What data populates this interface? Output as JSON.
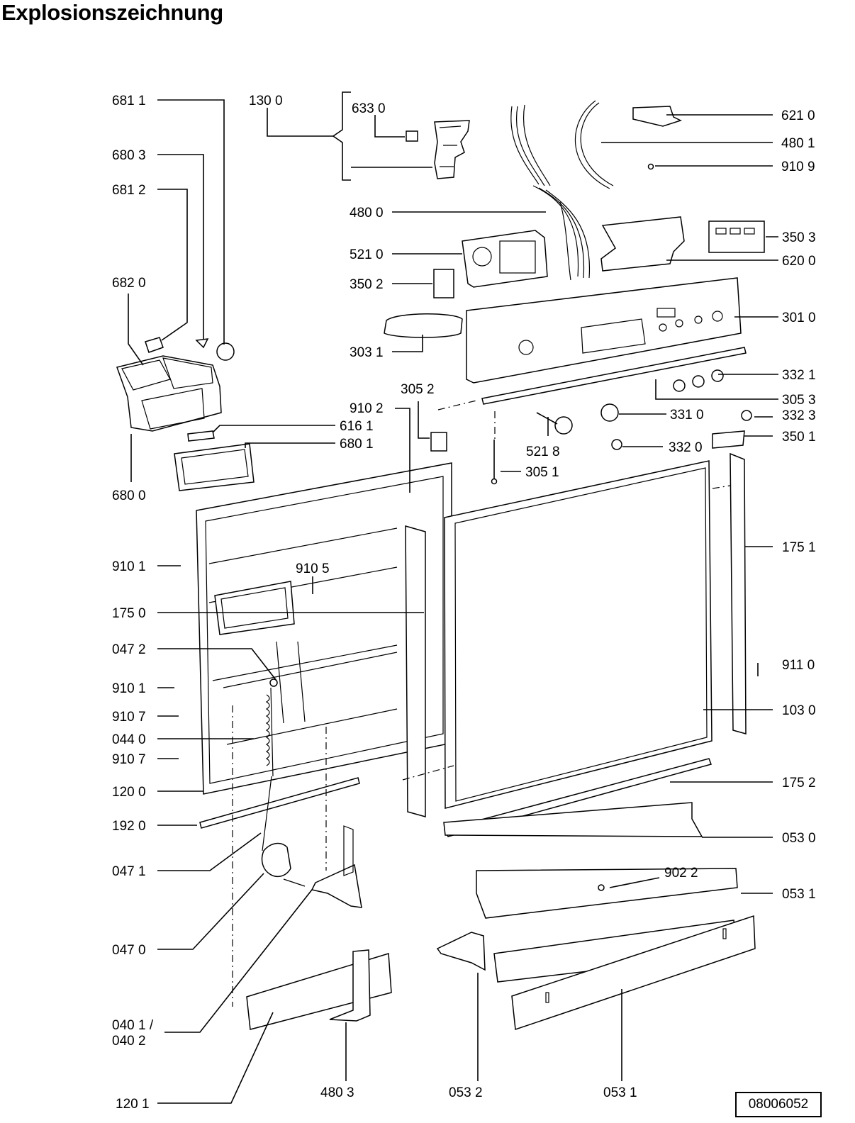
{
  "title": "Explosionszeichnung",
  "document_number": "08006052",
  "part_labels": {
    "p6811": "681 1",
    "p1300": "130 0",
    "p6330": "633 0",
    "p6210": "621 0",
    "p4801": "480 1",
    "p9109": "910 9",
    "p6803": "680 3",
    "p6812": "681 2",
    "p4800": "480 0",
    "p3503": "350 3",
    "p5210": "521 0",
    "p6200": "620 0",
    "p6820": "682 0",
    "p3502": "350 2",
    "p3010": "301 0",
    "p3031": "303 1",
    "p3321": "332 1",
    "p3052": "305 2",
    "p3053": "305 3",
    "p9102": "910 2",
    "p3310": "331 0",
    "p3323": "332 3",
    "p6161": "616 1",
    "p3501": "350 1",
    "p6801": "680 1",
    "p5218": "521 8",
    "p3320": "332 0",
    "p3051": "305 1",
    "p6800": "680 0",
    "p1751": "175 1",
    "p9101a": "910 1",
    "p9105": "910 5",
    "p1750": "175 0",
    "p0472": "047 2",
    "p9110": "911 0",
    "p9101b": "910 1",
    "p1030": "103 0",
    "p9107a": "910 7",
    "p0440": "044 0",
    "p9107b": "910 7",
    "p1752": "175 2",
    "p1200": "120 0",
    "p1920": "192 0",
    "p0530": "053 0",
    "p0471": "047 1",
    "p9022": "902 2",
    "p0531a": "053 1",
    "p0470": "047 0",
    "p0401": "040 1 /",
    "p0402": "040 2",
    "p4803": "480 3",
    "p0532": "053 2",
    "p0531b": "053 1",
    "p1201": "120 1"
  }
}
